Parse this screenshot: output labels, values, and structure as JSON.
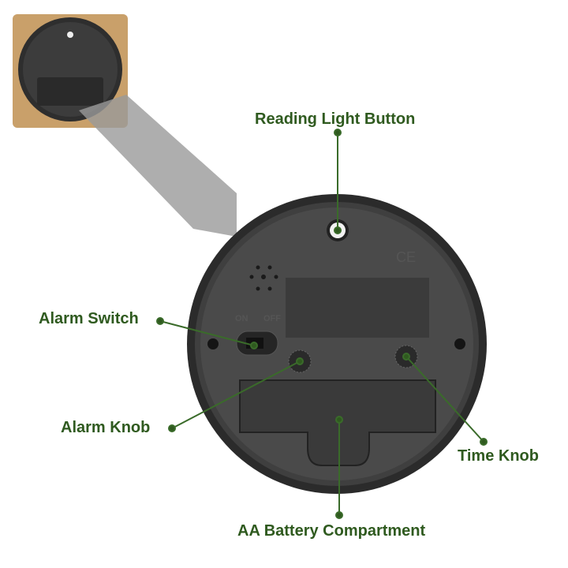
{
  "labels": {
    "reading_light": "Reading Light  Button",
    "alarm_switch": "Alarm Switch",
    "alarm_knob": "Alarm Knob",
    "time_knob": "Time Knob",
    "battery": "AA Battery Compartment"
  },
  "embossed": {
    "on": "ON",
    "off": "OFF",
    "ce": "CE"
  },
  "colors": {
    "label": "#2f5a1f",
    "line": "#3a6b2a",
    "clock": "#3a3a3a",
    "wood": "#c9a06a"
  }
}
